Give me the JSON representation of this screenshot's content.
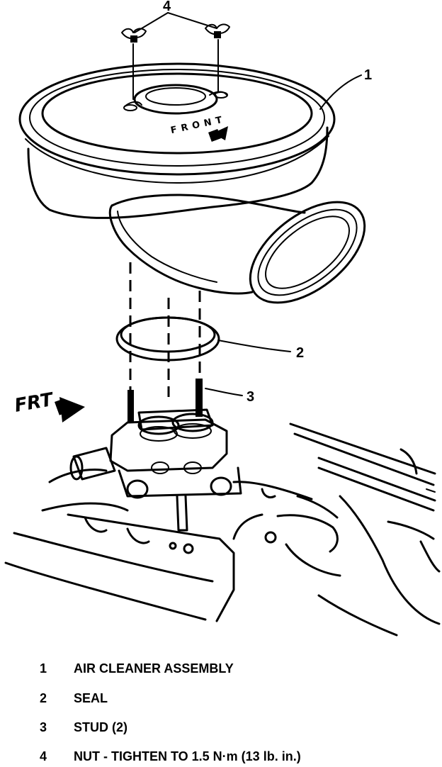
{
  "diagram": {
    "callouts": {
      "n1": "1",
      "n2": "2",
      "n3": "3",
      "n4": "4"
    },
    "lid_text": "FRONT",
    "direction_label": "FRT"
  },
  "legend": {
    "items": [
      {
        "number": "1",
        "label": "AIR CLEANER ASSEMBLY"
      },
      {
        "number": "2",
        "label": "SEAL"
      },
      {
        "number": "3",
        "label": "STUD (2)"
      },
      {
        "number": "4",
        "label": "NUT - TIGHTEN TO 1.5 N·m (13 lb. in.)"
      }
    ]
  }
}
